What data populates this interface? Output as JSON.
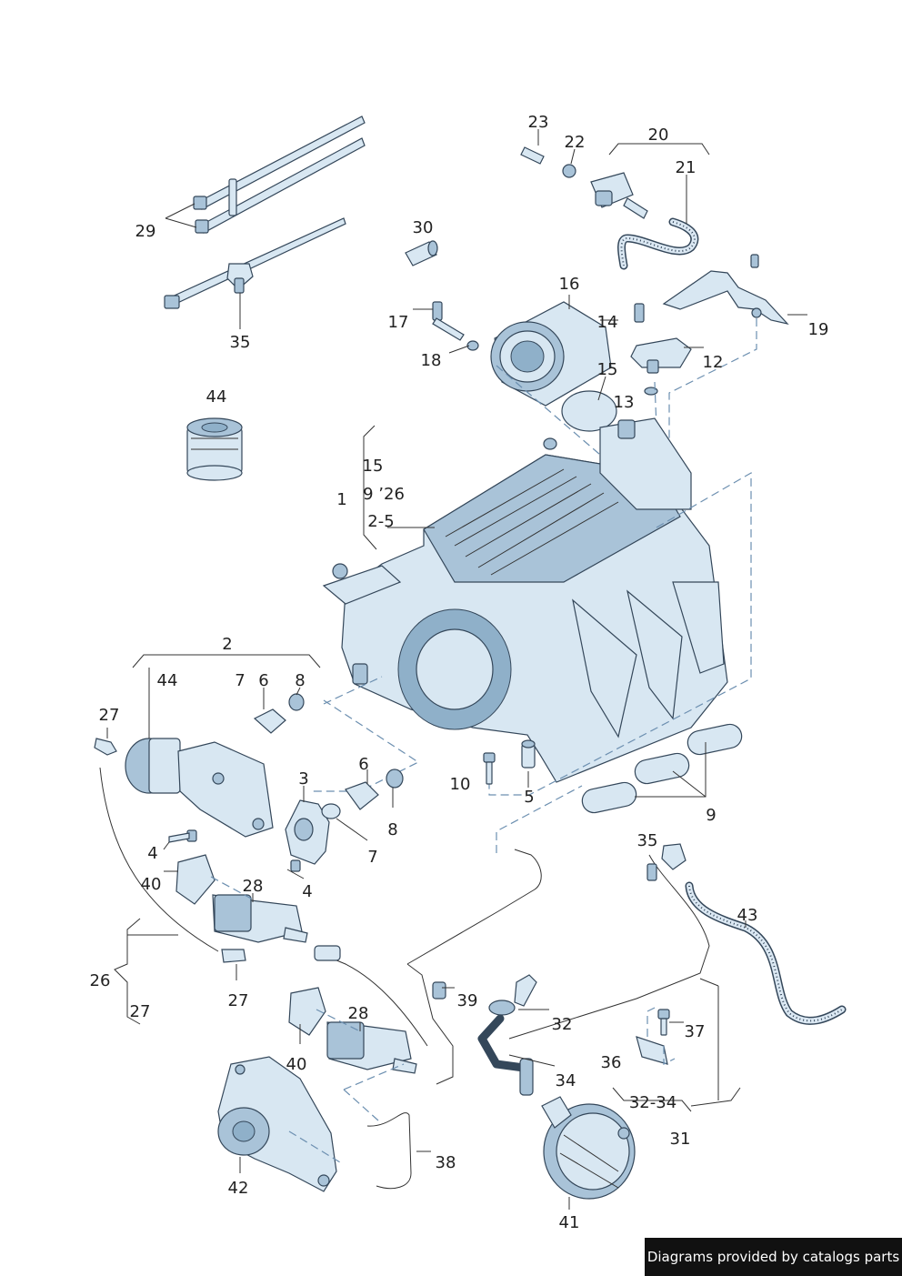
{
  "callouts": {
    "c1": "1",
    "c2": "2",
    "c2_5": "2-5",
    "c3": "3",
    "c4a": "4",
    "c4b": "4",
    "c5": "5",
    "c6a": "6",
    "c6b": "6",
    "c7a": "7",
    "c7b": "7",
    "c8a": "8",
    "c8b": "8",
    "c9": "9",
    "c9_26": "9 ’26",
    "c10": "10",
    "c12": "12",
    "c13": "13",
    "c14": "14",
    "c15a": "15",
    "c15b": "15",
    "c16": "16",
    "c17": "17",
    "c18": "18",
    "c19": "19",
    "c20": "20",
    "c21": "21",
    "c22": "22",
    "c23": "23",
    "c26": "26",
    "c27a": "27",
    "c27b": "27",
    "c27c": "27",
    "c28a": "28",
    "c28b": "28",
    "c29": "29",
    "c30": "30",
    "c31": "31",
    "c32": "32",
    "c32_34": "32-34",
    "c34": "34",
    "c35a": "35",
    "c35b": "35",
    "c36": "36",
    "c37": "37",
    "c38": "38",
    "c39": "39",
    "c40a": "40",
    "c40b": "40",
    "c41": "41",
    "c42": "42",
    "c43": "43",
    "c44a": "44",
    "c44b": "44"
  },
  "footer": {
    "credit": "Diagrams provided by catalogs parts"
  }
}
